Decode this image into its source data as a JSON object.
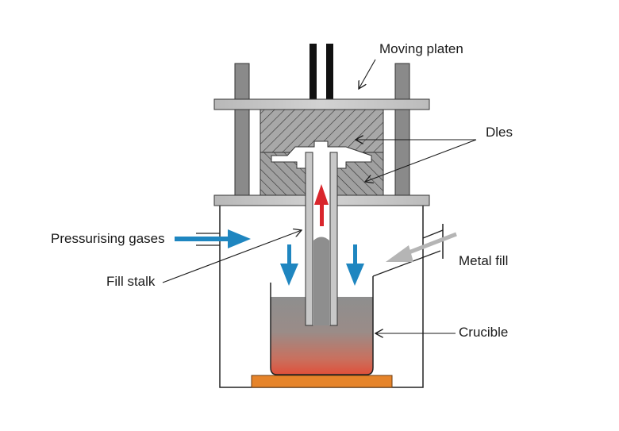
{
  "diagram": {
    "title": "Low pressure die casting",
    "labels": {
      "moving_platen": "Moving platen",
      "dies": "Dles",
      "pressurising_gases": "Pressurising gases",
      "fill_stalk": "Fill stalk",
      "metal_fill": "Metal fill",
      "crucible": "Crucible"
    },
    "colors": {
      "gas_arrow": "#1f86c0",
      "metal_flow_arrow": "#d9262c",
      "metal_fill_arrow": "#b5b5b5",
      "column": "#8a8a8a",
      "platen": "#c4c4c4",
      "die": "#9a9a9a",
      "molten_metal_top": "#8e8e8e",
      "molten_metal_bottom": "#e0503a",
      "heater_base": "#e6842a"
    }
  }
}
